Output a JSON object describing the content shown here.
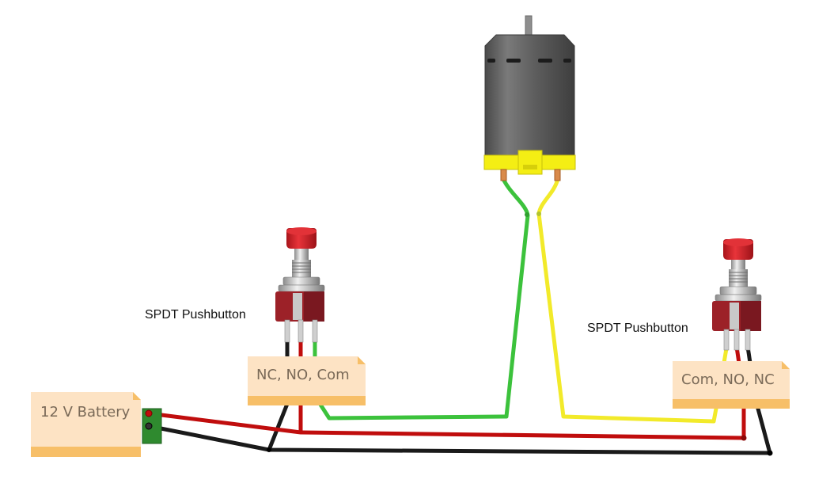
{
  "diagram": {
    "labels": {
      "left_switch": "SPDT Pushbutton",
      "right_switch": "SPDT Pushbutton"
    },
    "notes": {
      "battery": "12 V Battery",
      "left_pins": "NC, NO, Com",
      "right_pins": "Com, NO, NC"
    },
    "colors": {
      "wire_red": "#c00d0d",
      "wire_black": "#1a1a1a",
      "wire_green": "#3cc23c",
      "wire_yellow": "#f2ea2a",
      "note_fill": "#fde3c4",
      "note_strip": "#f7bf68",
      "button_red": "#d01c22",
      "switch_body": "#9c2128",
      "motor_body": "#5d5d5d",
      "motor_band": "#f4ee14",
      "terminal_block": "#2f8a2f"
    }
  }
}
